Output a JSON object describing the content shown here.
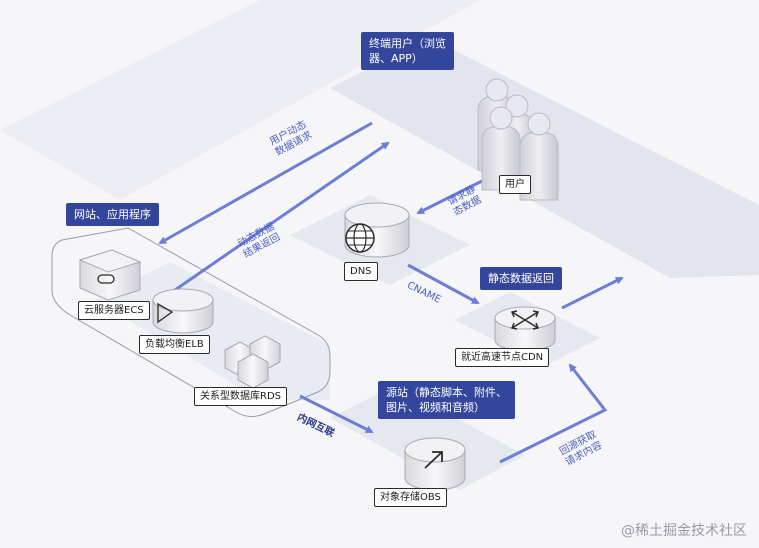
{
  "callouts": {
    "terminal_user": [
      "终端用户（浏览",
      "器、APP）"
    ],
    "website_app": "网站、应用程序",
    "static_return": "静态数据返回",
    "origin_site": [
      "源站（静态脚本、附件、",
      "图片、视频和音频）"
    ]
  },
  "nodes": {
    "user": "用户",
    "dns": "DNS",
    "ecs": "云服务器ECS",
    "elb": "负载均衡ELB",
    "rds": "关系型数据库RDS",
    "cdn": "就近高速节点CDN",
    "obs": "对象存储OBS"
  },
  "flows": {
    "user_dynamic_request": [
      "用户动态",
      "数据请求"
    ],
    "dynamic_return": [
      "动态数据",
      "结果返回"
    ],
    "request_static": [
      "请求静",
      "态数据"
    ],
    "cname": "CNAME",
    "internal_network": "内网互联",
    "origin_fetch": [
      "回源获取",
      "请求内容"
    ]
  },
  "colors": {
    "accent": "#34469c",
    "arrow": "#6b7fd6",
    "plane": "#e3e5ee",
    "background": "#f6f6f9"
  },
  "watermark": "@稀土掘金技术社区"
}
